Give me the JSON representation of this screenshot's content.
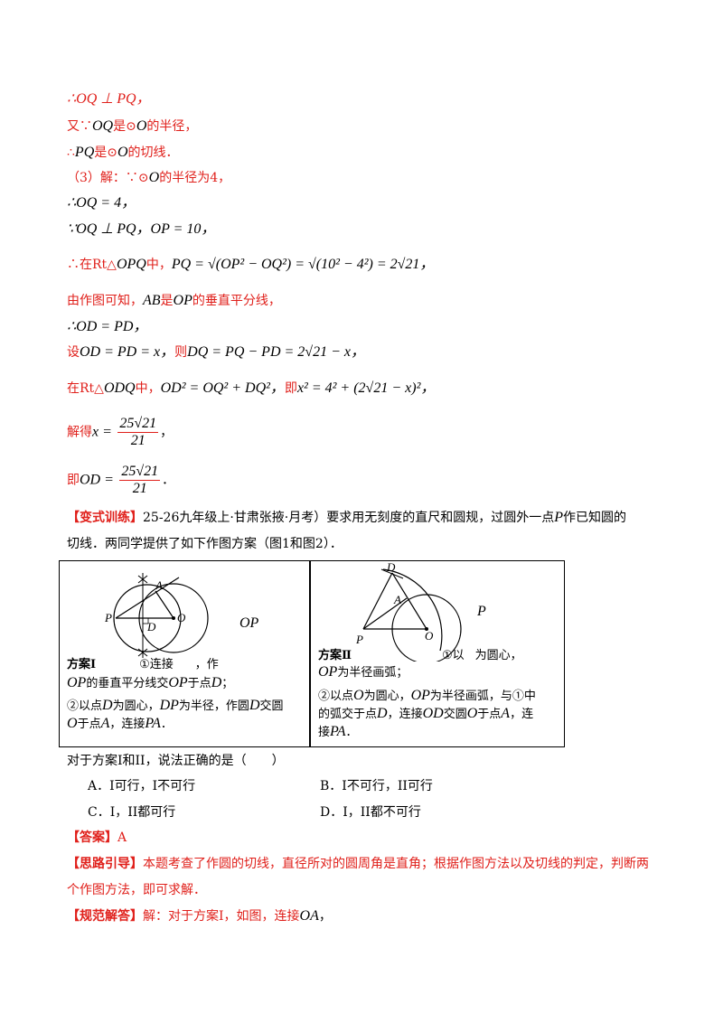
{
  "lines": {
    "l1": "∴OQ ⊥ PQ，",
    "l2a": "又∵",
    "l2b": "OQ",
    "l2c": "是⊙",
    "l2d": "O",
    "l2e": "的半径，",
    "l3a": "∴",
    "l3b": "PQ",
    "l3c": "是⊙",
    "l3d": "O",
    "l3e": "的切线．",
    "l4a": "（3）解：∵⊙",
    "l4b": "O",
    "l4c": "的半径为4，",
    "l5": "∴OQ = 4，",
    "l6": "∵OQ ⊥ PQ，OP = 10，",
    "l7a": "∴在Rt△",
    "l7b": "OPQ",
    "l7c": "中，",
    "l7d": "PQ = √(OP² − OQ²) = √(10² − 4²) = 2√21，",
    "l8a": "由作图可知，",
    "l8b": "AB",
    "l8c": "是",
    "l8d": "OP",
    "l8e": "的垂直平分线，",
    "l9": "∴OD = PD，",
    "l10a": "设",
    "l10b": "OD = PD = x，",
    "l10c": "则",
    "l10d": "DQ = PQ − PD = 2√21 − x，",
    "l11a": "在Rt△",
    "l11b": "ODQ",
    "l11c": "中，",
    "l11d": "OD² = OQ² + DQ²，",
    "l11e": "即",
    "l11f": "x² = 4² + (2√21 − x)²，",
    "l12a": "解得",
    "l12b": "x =",
    "l12num": "25√21",
    "l12den": "21",
    "l12end": "，",
    "l13a": "即",
    "l13b": "OD =",
    "l13num": "25√21",
    "l13den": "21",
    "l13end": "．"
  },
  "variant": {
    "tag": "【变式训练】",
    "text1": "25-26九年级上·甘肃张掖·月考）要求用无刻度的直尺和圆规，过圆外一点",
    "P": "P",
    "text2": "作已知圆的",
    "text3": "切线．两同学提供了如下作图方案（图1和图2）．"
  },
  "scheme1": {
    "title": "方案Ⅰ",
    "step1a": "①连接",
    "step1b": "，作",
    "step1c": "OP",
    "step1d": "的垂直平分线交",
    "step1e": "OP",
    "step1f": "于点",
    "step1g": "D",
    "step1h": "；",
    "step2a": "②以点",
    "step2b": "D",
    "step2c": "为圆心，",
    "step2d": "DP",
    "step2e": "为半径，作圆",
    "step2f": "D",
    "step2g": "交圆",
    "step3a": "O",
    "step3b": "于点",
    "step3c": "A",
    "step3d": "，连接",
    "step3e": "PA",
    "step3f": "．",
    "fig_OP": "OP",
    "labels": {
      "P": "P",
      "A": "A",
      "D": "D",
      "O": "O"
    }
  },
  "scheme2": {
    "title": "方案Ⅱ",
    "step1a": "①以",
    "step1b": "为圆心，",
    "step1c": "OP",
    "step1d": "为半径画弧；",
    "step2a": "②以点",
    "step2b": "O",
    "step2c": "为圆心，",
    "step2d": "OP",
    "step2e": "为半径画弧，与①中",
    "step3a": "的弧交于点",
    "step3b": "D",
    "step3c": "，连接",
    "step3d": "OD",
    "step3e": "交圆",
    "step3f": "O",
    "step3g": "于点",
    "step3h": "A",
    "step3i": "，连",
    "step4a": "接",
    "step4b": "PA",
    "step4c": "．",
    "fig_P": "P",
    "labels": {
      "D": "D",
      "A": "A",
      "P": "P",
      "O": "O"
    }
  },
  "question": "对于方案Ⅰ和II，说法正确的是（　　）",
  "options": {
    "A": "A．Ⅰ可行，Ⅰ不可行",
    "B": "B．Ⅰ不可行，II可行",
    "C": "C．Ⅰ，II都可行",
    "D": "D．Ⅰ，II都不可行"
  },
  "answer": {
    "tag": "【答案】",
    "value": "A"
  },
  "hint": {
    "tag": "【思路引导】",
    "text1": "本题考查了作圆的切线，直径所对的圆周角是直角；根据作图方法以及切线的判定，判断两",
    "text2": "个作图方法，即可求解．"
  },
  "solution": {
    "tag": "【规范解答】",
    "text1": "解：对于方案Ⅰ，如图，连接",
    "OA": "OA",
    "end": "，"
  }
}
